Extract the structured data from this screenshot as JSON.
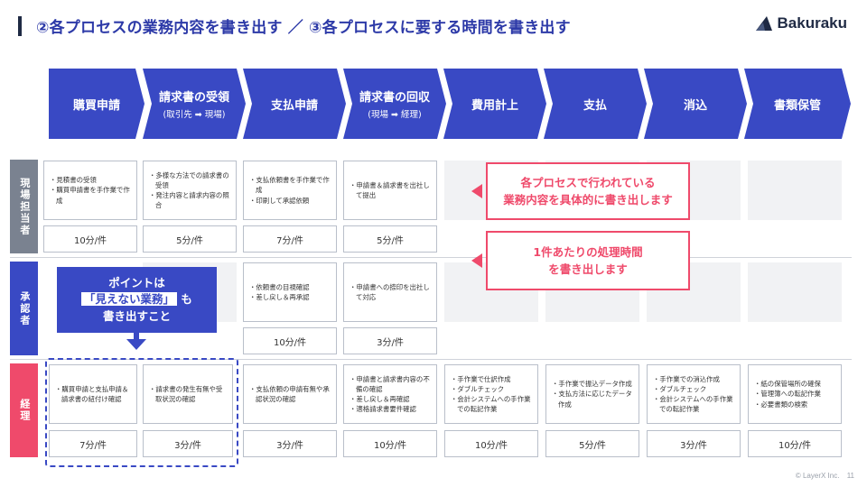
{
  "header": {
    "title": "②各プロセスの業務内容を書き出す ／ ③各プロセスに要する時間を書き出す",
    "logo_text": "Bakuraku"
  },
  "processes": [
    {
      "label": "購買申請",
      "sub": ""
    },
    {
      "label": "請求書の受領",
      "sub": "(取引先 ➡ 現場)"
    },
    {
      "label": "支払申請",
      "sub": ""
    },
    {
      "label": "請求書の回収",
      "sub": "(現場 ➡ 経理)"
    },
    {
      "label": "費用計上",
      "sub": ""
    },
    {
      "label": "支払",
      "sub": ""
    },
    {
      "label": "消込",
      "sub": ""
    },
    {
      "label": "書類保管",
      "sub": ""
    }
  ],
  "rows": {
    "genba": {
      "label": "現場担当者",
      "tasks": [
        {
          "items": [
            "見積書の受領",
            "購買申請書を手作業で作成"
          ],
          "time": "10分/件"
        },
        {
          "items": [
            "多様な方法での請求書の受領",
            "発注内容と請求内容の照合"
          ],
          "time": "5分/件"
        },
        {
          "items": [
            "支払依頼書を手作業で作成",
            "印刷して承認依頼"
          ],
          "time": "7分/件"
        },
        {
          "items": [
            "申請書＆請求書を出社して提出"
          ],
          "time": "5分/件"
        }
      ]
    },
    "shonin": {
      "label": "承認者",
      "tasks": [
        {
          "items": [
            "依頼書の目視確認",
            "差し戻し＆再承認"
          ],
          "time": "10分/件"
        },
        {
          "items": [
            "申請書への捺印を出社して対応"
          ],
          "time": "3分/件"
        }
      ]
    },
    "keiri": {
      "label": "経理",
      "tasks": [
        {
          "items": [
            "購買申請と支払申請＆請求書の紐付け確認"
          ],
          "time": "7分/件"
        },
        {
          "items": [
            "請求書の発生有無や受取状況の確認"
          ],
          "time": "3分/件"
        },
        {
          "items": [
            "支払依頼の申請有無や承認状況の確認"
          ],
          "time": "3分/件"
        },
        {
          "items": [
            "申請書と請求書内容の不備の確認",
            "差し戻し＆再確認",
            "適格請求書要件確認"
          ],
          "time": "10分/件"
        },
        {
          "items": [
            "手作業で仕訳作成",
            "ダブルチェック",
            "会計システムへの手作業での転記作業"
          ],
          "time": "10分/件"
        },
        {
          "items": [
            "手作業で振込データ作成",
            "支払方法に応じたデータ作成"
          ],
          "time": "5分/件"
        },
        {
          "items": [
            "手作業での消込作成",
            "ダブルチェック",
            "会計システムへの手作業での転記作業"
          ],
          "time": "3分/件"
        },
        {
          "items": [
            "紙の保管場所の確保",
            "管理簿への転記作業",
            "必要書類の検索"
          ],
          "time": "10分/件"
        }
      ]
    }
  },
  "callouts": {
    "content": [
      "各プロセスで行われている",
      "業務内容を具体的に書き出します"
    ],
    "time": [
      "1件あたりの処理時間",
      "を書き出します"
    ]
  },
  "point": {
    "line1": "ポイントは",
    "line2": "「見えない業務」",
    "line2_suffix": "も",
    "line3": "書き出すこと"
  },
  "footer": {
    "copyright": "© LayerX Inc.",
    "page": "11"
  },
  "colors": {
    "primary": "#3949c4",
    "accent": "#ef4a6b",
    "genba": "#7a8290"
  }
}
